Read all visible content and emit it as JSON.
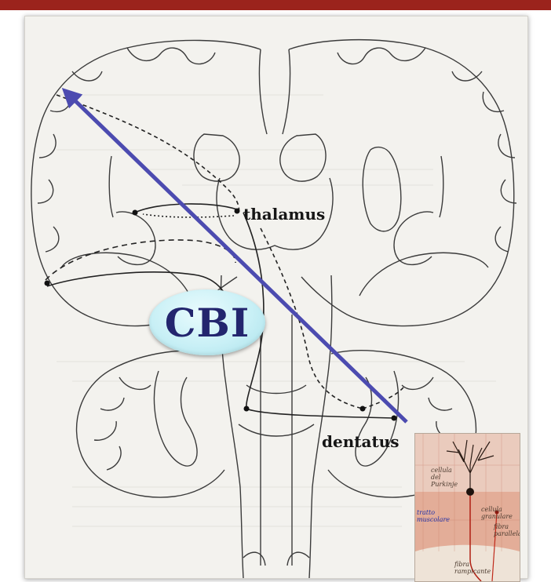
{
  "labels": {
    "thalamus": "thalamus",
    "dentatus": "dentatus",
    "cbi": "CBI"
  },
  "inset": {
    "labels": [
      "cellula del Purkinje",
      "cellula granulare",
      "fibra parallela",
      "tratto muscolare",
      "fibra rampicante"
    ]
  },
  "colors": {
    "top_bar": "#9b231c",
    "arrow": "#4c4bb0",
    "cbi_text": "#23256e",
    "cbi_bubble": "#c9f0f6"
  }
}
